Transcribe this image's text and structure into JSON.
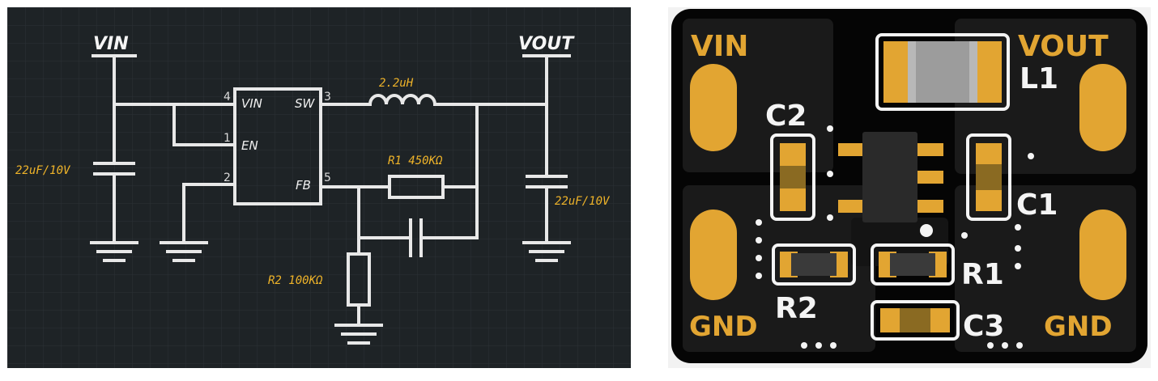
{
  "schematic": {
    "nets": {
      "vin": "VIN",
      "vout": "VOUT"
    },
    "ic_pins": [
      {
        "num": "4",
        "name": "VIN"
      },
      {
        "num": "1",
        "name": "EN"
      },
      {
        "num": "2",
        "name": ""
      },
      {
        "num": "3",
        "name": "SW"
      },
      {
        "num": "5",
        "name": "FB"
      }
    ],
    "components": {
      "inductor": "2.2uH",
      "r1": "R1 450KΩ",
      "r2": "R2 100KΩ",
      "cin": "22uF/10V",
      "cout": "22uF/10V"
    }
  },
  "pcb": {
    "pads": {
      "vin": "VIN",
      "vout": "VOUT",
      "gnd_left": "GND",
      "gnd_right": "GND"
    },
    "designators": {
      "c1": "C1",
      "c2": "C2",
      "c3": "C3",
      "r1": "R1",
      "r2": "R2",
      "l1": "L1"
    }
  },
  "colors": {
    "schematic_bg": "#1e2326",
    "wire": "#e8e8e8",
    "value_text": "#f0b429",
    "pcb_board": "#050505",
    "pcb_copper": "#1a1a1a",
    "pcb_gold": "#e2a532",
    "silkscreen": "#f4f4f4"
  }
}
